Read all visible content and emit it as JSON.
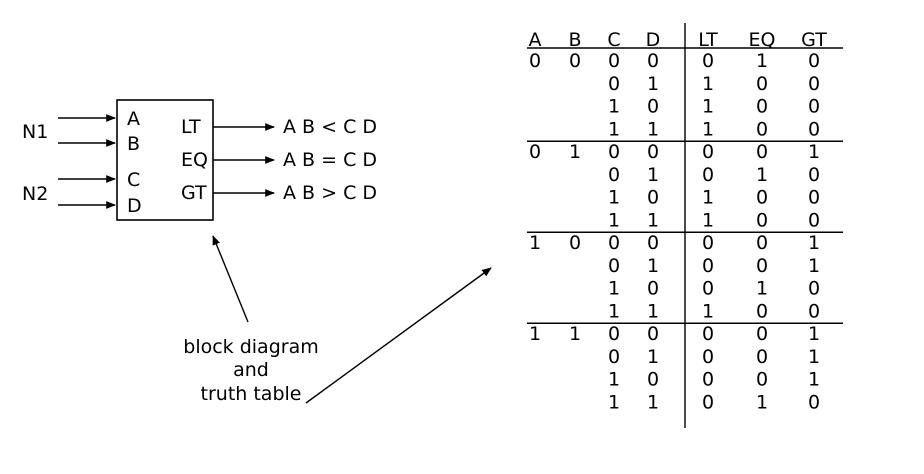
{
  "block": {
    "inputs": {
      "n1": "N1",
      "n2": "N2",
      "pins_in": [
        "A",
        "B",
        "C",
        "D"
      ]
    },
    "outputs": [
      {
        "pin": "LT",
        "expr": "A B < C D"
      },
      {
        "pin": "EQ",
        "expr": "A B = C D"
      },
      {
        "pin": "GT",
        "expr": "A B > C D"
      }
    ]
  },
  "caption": [
    "block diagram",
    "and",
    "truth table"
  ],
  "truth_table": {
    "headers": [
      "A",
      "B",
      "C",
      "D",
      "LT",
      "EQ",
      "GT"
    ],
    "groups": [
      {
        "ab": [
          "0",
          "0"
        ],
        "rows": [
          [
            "0",
            "0",
            "0",
            "1",
            "0"
          ],
          [
            "0",
            "1",
            "1",
            "0",
            "0"
          ],
          [
            "1",
            "0",
            "1",
            "0",
            "0"
          ],
          [
            "1",
            "1",
            "1",
            "0",
            "0"
          ]
        ]
      },
      {
        "ab": [
          "0",
          "1"
        ],
        "rows": [
          [
            "0",
            "0",
            "0",
            "0",
            "1"
          ],
          [
            "0",
            "1",
            "0",
            "1",
            "0"
          ],
          [
            "1",
            "0",
            "1",
            "0",
            "0"
          ],
          [
            "1",
            "1",
            "1",
            "0",
            "0"
          ]
        ]
      },
      {
        "ab": [
          "1",
          "0"
        ],
        "rows": [
          [
            "0",
            "0",
            "0",
            "0",
            "1"
          ],
          [
            "0",
            "1",
            "0",
            "0",
            "1"
          ],
          [
            "1",
            "0",
            "0",
            "1",
            "0"
          ],
          [
            "1",
            "1",
            "1",
            "0",
            "0"
          ]
        ]
      },
      {
        "ab": [
          "1",
          "1"
        ],
        "rows": [
          [
            "0",
            "0",
            "0",
            "0",
            "1"
          ],
          [
            "0",
            "1",
            "0",
            "0",
            "1"
          ],
          [
            "1",
            "0",
            "0",
            "0",
            "1"
          ],
          [
            "1",
            "1",
            "0",
            "1",
            "0"
          ]
        ]
      }
    ]
  }
}
